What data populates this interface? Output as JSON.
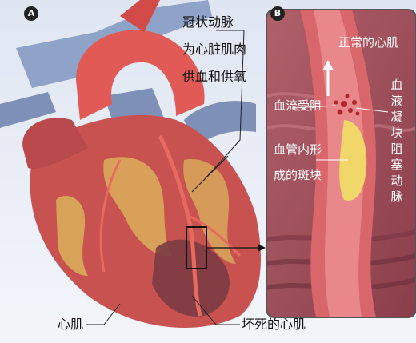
{
  "panels": {
    "a_badge": "A",
    "b_badge": "B"
  },
  "labels": {
    "coronary_line1": "冠状动脉",
    "coronary_line2": "为心脏肌肉",
    "coronary_line3": "供血和供氧",
    "normal_muscle": "正常的心肌",
    "blood_flow_blocked": "血流受阻",
    "plaque_line1": "血管内形",
    "plaque_line2": "成的斑块",
    "clot_vertical": "血液凝块阻塞动脉",
    "myocardium": "心肌",
    "necrotic_muscle": "坏死的心肌"
  },
  "colors": {
    "heart_red": "#c8524f",
    "aorta_red": "#e15a55",
    "vein_blue": "#7e8fb8",
    "fat_yellow": "#d9a85a",
    "necrotic_dark": "#7c3a44",
    "muscle_bg": "#a5505e",
    "plaque_yellow": "#f1d66a"
  }
}
